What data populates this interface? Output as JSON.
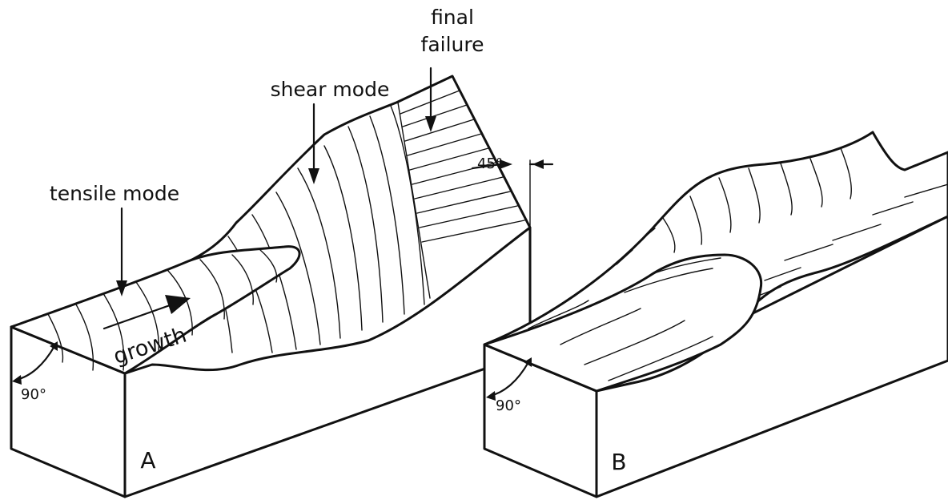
{
  "labels": {
    "final_failure_line1": "final",
    "final_failure_line2": "failure",
    "shear_mode": "shear mode",
    "tensile_mode": "tensile mode",
    "growth": "growth",
    "angle_45": "45°",
    "angle_90_a": "90°",
    "angle_90_b": "90°",
    "panel_a": "A",
    "panel_b": "B"
  }
}
